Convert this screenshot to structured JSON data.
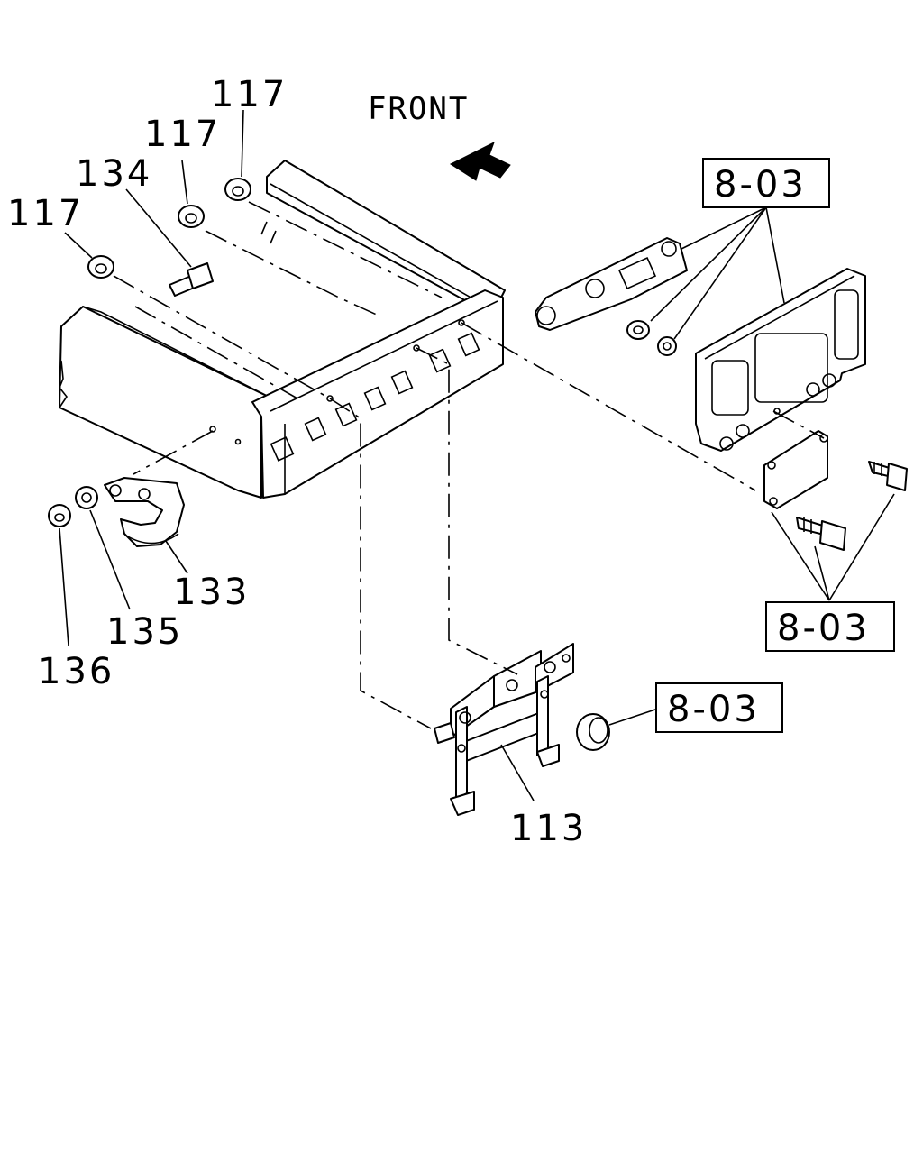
{
  "front": {
    "label": "FRONT"
  },
  "callouts": {
    "p117_a": "117",
    "p117_b": "117",
    "p117_c": "117",
    "p134": "134",
    "p133": "133",
    "p135": "135",
    "p136": "136",
    "p113": "113"
  },
  "refs": {
    "r1": "8-03",
    "r2": "8-03",
    "r3": "8-03"
  }
}
